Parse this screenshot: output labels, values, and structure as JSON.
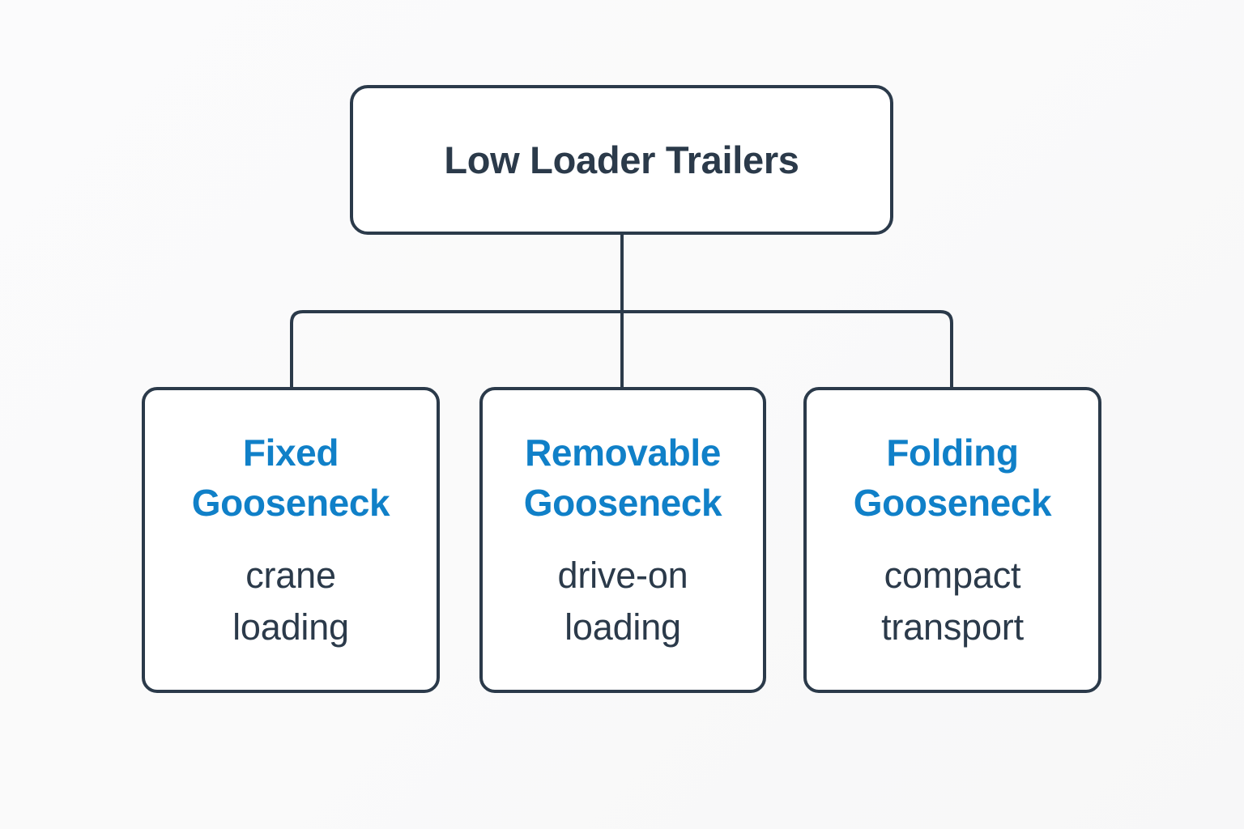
{
  "diagram": {
    "type": "hierarchy-tree",
    "title": "Low Loader Trailers",
    "background_color": "#fafafa",
    "line_color": "#2b3a4a",
    "accent_color": "#1080c8",
    "text_color": "#2b3a4a",
    "box_fill_color": "#ffffff",
    "root": {
      "label": "Low Loader Trailers"
    },
    "children": [
      {
        "heading_line_1": "Fixed",
        "heading_line_2": "Gooseneck",
        "caption_line_1": "crane",
        "caption_line_2": "loading"
      },
      {
        "heading_line_1": "Removable",
        "heading_line_2": "Gooseneck",
        "caption_line_1": "drive-on",
        "caption_line_2": "loading"
      },
      {
        "heading_line_1": "Folding",
        "heading_line_2": "Gooseneck",
        "caption_line_1": "compact",
        "caption_line_2": "transport"
      }
    ]
  }
}
